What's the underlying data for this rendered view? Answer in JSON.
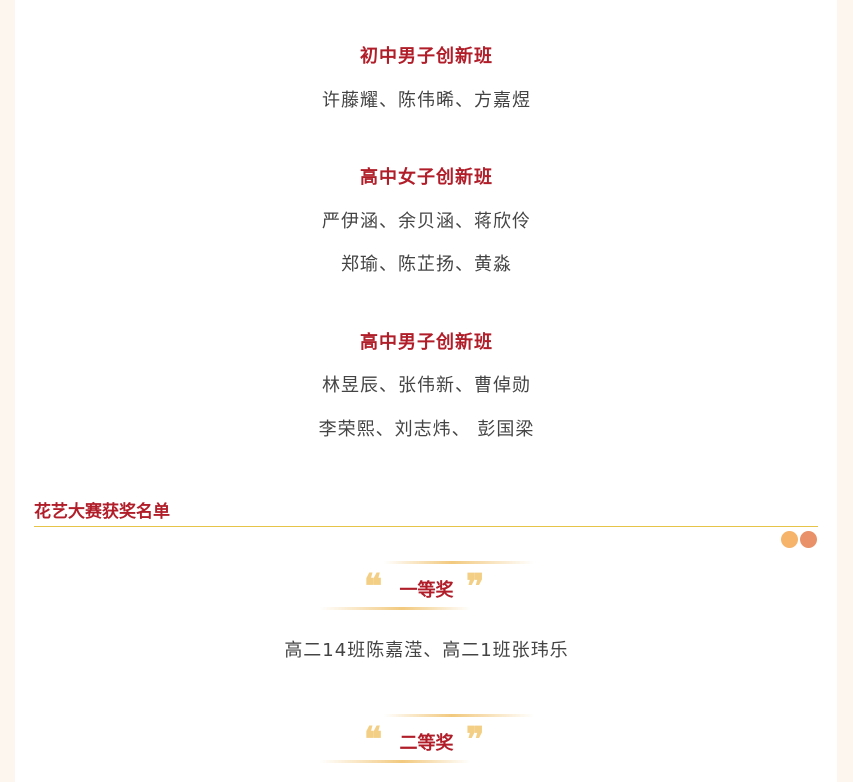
{
  "classes": [
    {
      "title": "初中男子创新班",
      "lines": [
        "许藤耀、陈伟晞、方嘉煜"
      ]
    },
    {
      "title": "高中女子创新班",
      "lines": [
        "严伊涵、余贝涵、蒋欣伶",
        "郑瑜、陈芷扬、黄淼"
      ]
    },
    {
      "title": "高中男子创新班",
      "lines": [
        "林昱辰、张伟新、曹倬勋",
        "李荣熙、刘志炜、 彭国梁"
      ]
    }
  ],
  "section": {
    "title": "花艺大赛获奖名单"
  },
  "awards": [
    {
      "label": "一等奖",
      "winners": "高二14班陈嘉滢、高二1班张玮乐"
    },
    {
      "label": "二等奖"
    }
  ],
  "colors": {
    "accent": "#b11e2a",
    "dot1": "#f6b36a",
    "dot2": "#e99168",
    "line": "#e6c44a"
  },
  "icons": {
    "open_quote": "❝",
    "close_quote": "❞"
  }
}
